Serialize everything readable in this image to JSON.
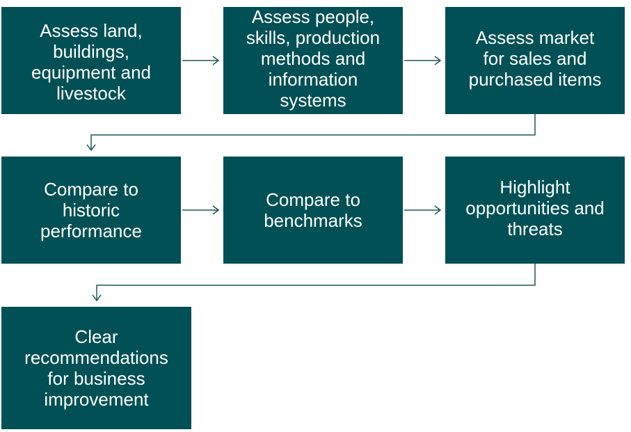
{
  "steps": [
    {
      "label": "Assess land,\nbuildings,\nequipment and\nlivestock"
    },
    {
      "label": "Assess people,\nskills, production\nmethods and\ninformation\nsystems"
    },
    {
      "label": "Assess market\nfor sales and\npurchased items"
    },
    {
      "label": "Compare to\nhistoric\nperformance"
    },
    {
      "label": "Compare to\nbenchmarks"
    },
    {
      "label": "Highlight\nopportunities and\nthreats"
    },
    {
      "label": "Clear\nrecommendations\nfor business\nimprovement"
    }
  ],
  "colors": {
    "box_fill": "#005055",
    "box_text": "#ffffff",
    "connector": "#1e5559",
    "background": "#ffffff"
  }
}
